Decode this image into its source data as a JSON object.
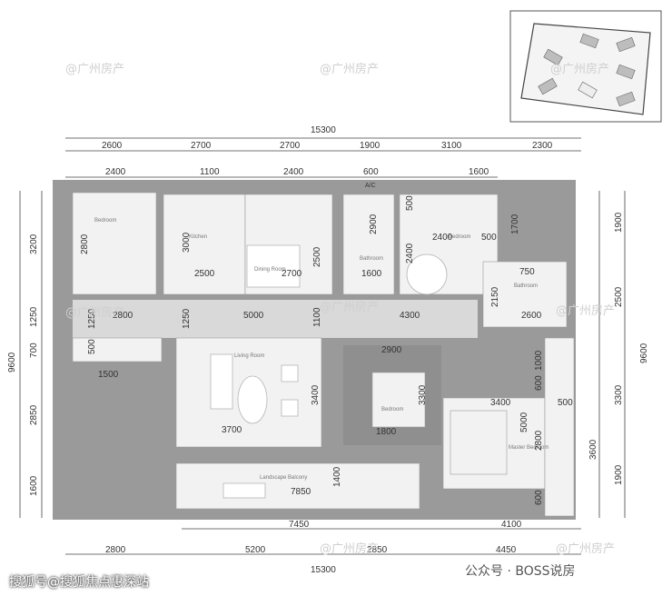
{
  "watermarks": [
    "@广州房产",
    "@广州房产",
    "@广州房产",
    "@广州房产",
    "@广州房产",
    "@广州房产",
    "@广州房产",
    "@广州房产"
  ],
  "dims": {
    "top_total": "15300",
    "top_row": [
      "2600",
      "2700",
      "2700",
      "1900",
      "3100",
      "2300"
    ],
    "inner_row": [
      "2400",
      "1100",
      "2400",
      "600",
      "1600"
    ],
    "bottom_row": [
      "2800",
      "5200",
      "2850",
      "4450"
    ],
    "bottom_total": "15300",
    "bottom_mid": [
      "7450",
      "4100"
    ],
    "left_outer": [
      "3200",
      "1250",
      "700",
      "2850",
      "1600"
    ],
    "left_total": "9600",
    "right_outer": [
      "1900",
      "2500",
      "3300",
      "1900"
    ],
    "right_total": "9600",
    "right_inner": [
      "1700",
      "3600"
    ],
    "interior": [
      "2800",
      "3000",
      "2500",
      "2700",
      "2500",
      "2900",
      "1600",
      "2400",
      "2400",
      "500",
      "500",
      "750",
      "2150",
      "2600",
      "1250",
      "2800",
      "1250",
      "5000",
      "1100",
      "4300",
      "500",
      "1500",
      "2900",
      "3400",
      "3300",
      "1800",
      "1000",
      "600",
      "3400",
      "500",
      "5000",
      "2800",
      "3700",
      "1400",
      "7850",
      "600",
      "A/C"
    ]
  },
  "rooms": [
    "Bedroom",
    "Kitchen",
    "Dining Room",
    "Bathroom",
    "Bedroom",
    "Bathroom",
    "Living Room",
    "Bedroom",
    "Master Bedroom",
    "Landscape Balcony"
  ],
  "footer": {
    "left": "搜狐号@搜狐焦点惠深站",
    "right": "公众号 · BOSS说房"
  }
}
